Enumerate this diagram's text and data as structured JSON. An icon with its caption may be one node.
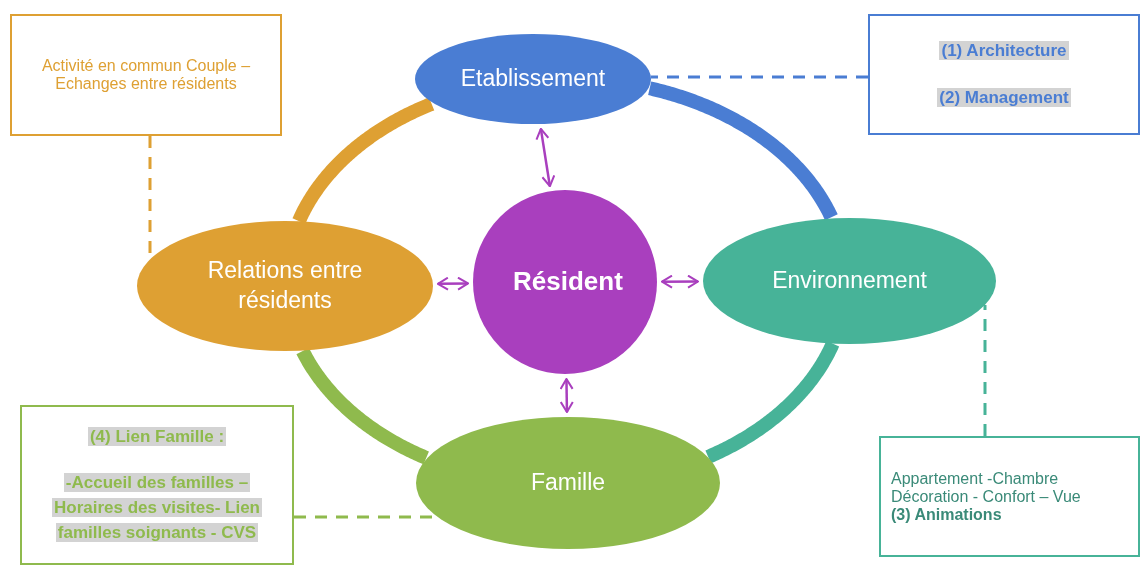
{
  "diagram": {
    "nodes": [
      {
        "text": [
          "Etablissement"
        ]
      },
      {
        "text": [
          "Relations entre résidents"
        ]
      },
      {
        "text": [
          "Résident"
        ]
      },
      {
        "text": [
          "Environnement"
        ]
      },
      {
        "text": [
          "Famille"
        ]
      },
      {
        "text": [
          "Activité en commun Couple – Echanges entre résidents"
        ]
      },
      {
        "text": [
          "(1) Architecture",
          "(2) Management"
        ]
      },
      {
        "text": [
          "(4) Lien Famille :",
          "-Accueil des familles – Horaires des visites- Lien familles soignants - CVS"
        ]
      },
      {
        "text": [
          "Appartement -Chambre Décoration - Confort – Vue **(3) Animations**"
        ]
      }
    ],
    "edges": [
      {
        "from": 2,
        "to": 0,
        "arrow": "both",
        "color": "#a93fbe"
      },
      {
        "from": 2,
        "to": 1,
        "arrow": "both",
        "color": "#a93fbe"
      },
      {
        "from": 2,
        "to": 3,
        "arrow": "both",
        "color": "#a93fbe"
      },
      {
        "from": 2,
        "to": 4,
        "arrow": "both",
        "color": "#a93fbe"
      },
      {
        "from": 0,
        "to": 3,
        "arrow": "none",
        "style": "thick",
        "color": "#4a7dd3"
      },
      {
        "from": 3,
        "to": 4,
        "arrow": "none",
        "style": "thick",
        "color": "#47b398"
      },
      {
        "from": 4,
        "to": 1,
        "arrow": "none",
        "style": "thick",
        "color": "#8fba4d"
      },
      {
        "from": 1,
        "to": 0,
        "arrow": "none",
        "style": "thick",
        "color": "#dea033"
      },
      {
        "from": 5,
        "to": 1,
        "arrow": "none",
        "style": "dashed",
        "color": "#dea033"
      },
      {
        "from": 6,
        "to": 0,
        "arrow": "none",
        "style": "dashed",
        "color": "#4a7dd3"
      },
      {
        "from": 8,
        "to": 3,
        "arrow": "none",
        "style": "dashed",
        "color": "#47b398"
      },
      {
        "from": 7,
        "to": 4,
        "arrow": "none",
        "style": "dashed",
        "color": "#8fba4d"
      }
    ]
  }
}
